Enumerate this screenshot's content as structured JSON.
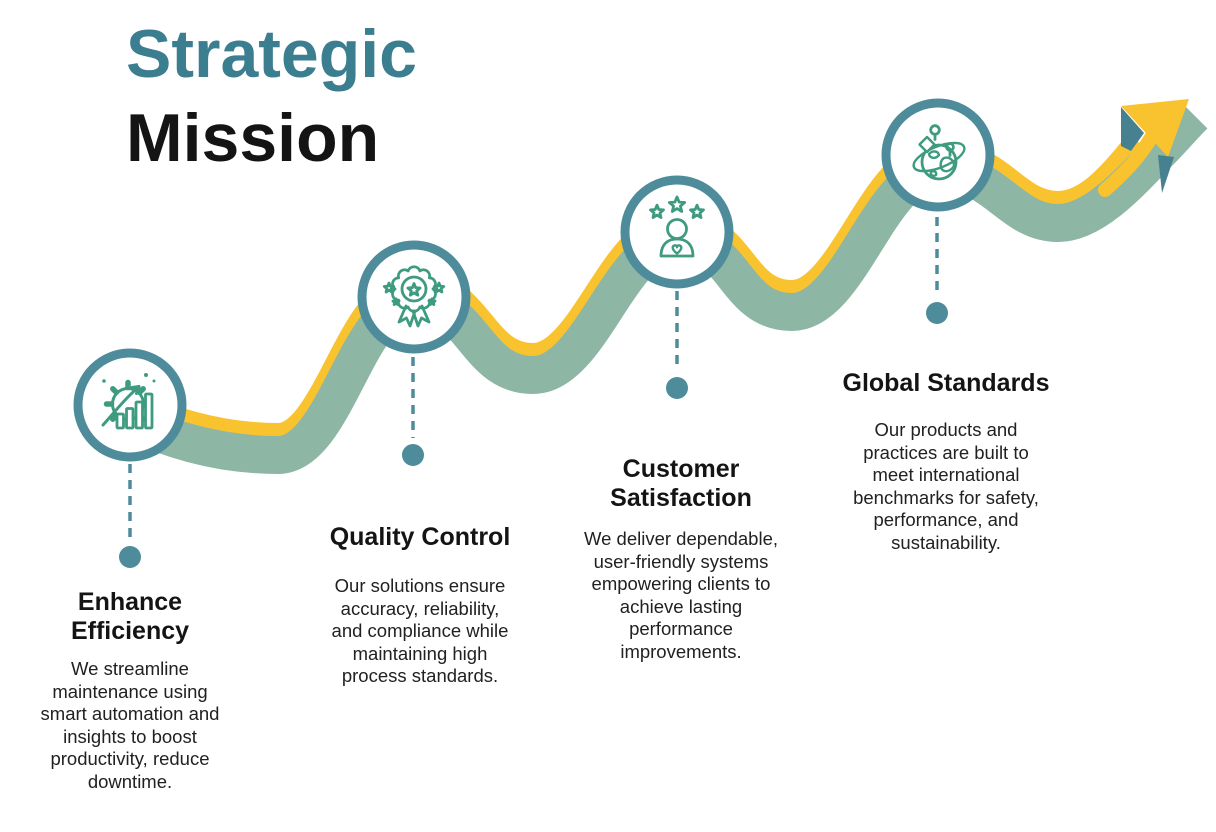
{
  "title": {
    "line1": "Strategic",
    "line2": "Mission"
  },
  "milestones": [
    {
      "title": "Enhance\nEfficiency",
      "description": "We streamline\nmaintenance using\nsmart automation and\ninsights to boost\nproductivity, reduce\ndowntime.",
      "icon": "gear-growth-icon"
    },
    {
      "title": "Quality Control",
      "description": "Our solutions ensure\naccuracy, reliability,\nand compliance while\nmaintaining high\nprocess standards.",
      "icon": "award-medal-icon"
    },
    {
      "title": "Customer\nSatisfaction",
      "description": "We deliver dependable,\nuser-friendly systems\nempowering clients to\nachieve lasting\nperformance\nimprovements.",
      "icon": "customer-stars-icon"
    },
    {
      "title": "Global Standards",
      "description": "Our products and\npractices are built to\nmeet international\nbenchmarks for safety,\nperformance, and\nsustainability.",
      "icon": "global-network-icon"
    }
  ],
  "colors": {
    "title_teal": "#3A7E90",
    "title_black": "#141414",
    "node_border_teal": "#4E8C9B",
    "icon_green": "#3E9B80",
    "ribbon_sage": "#8DB6A4",
    "ribbon_yellow": "#F9C32F",
    "arrow_side_teal": "#47818F",
    "body_text": "#212121"
  }
}
